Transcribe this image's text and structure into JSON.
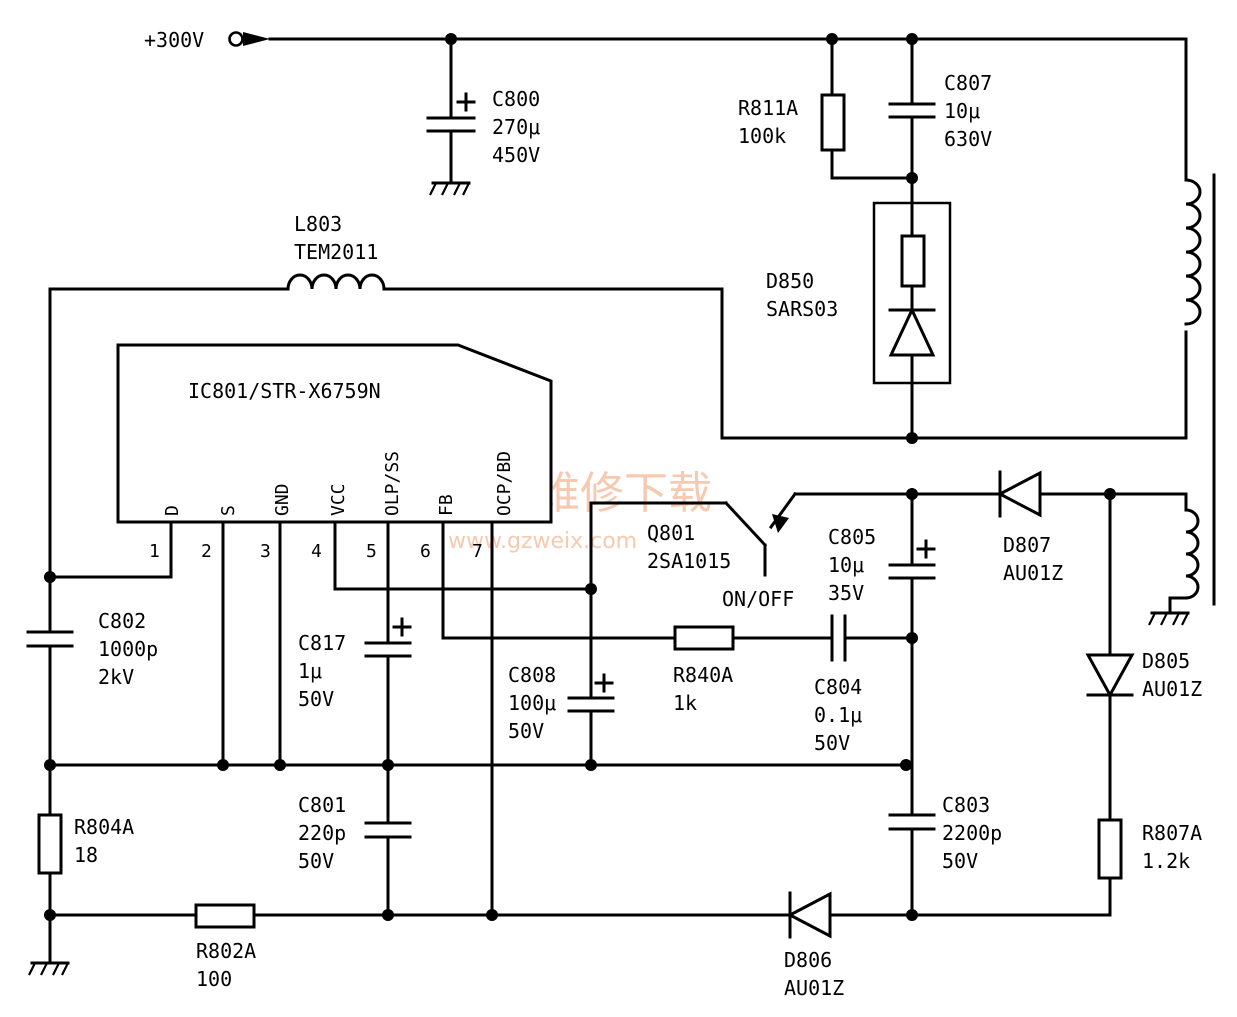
{
  "watermark": {
    "text_cn": "精通维修下载",
    "url": "www.gzweix.com"
  },
  "labels": {
    "rail": "+300V"
  },
  "components": {
    "ic801": {
      "label": "IC801/STR-X6759N",
      "pins": [
        {
          "number": "1",
          "name": "D"
        },
        {
          "number": "2",
          "name": "S"
        },
        {
          "number": "3",
          "name": "GND"
        },
        {
          "number": "4",
          "name": "VCC"
        },
        {
          "number": "5",
          "name": "OLP/SS"
        },
        {
          "number": "6",
          "name": "FB"
        },
        {
          "number": "7",
          "name": "OCP/BD"
        }
      ]
    },
    "c800": {
      "ref": "C800",
      "value": "270μ",
      "rating": "450V"
    },
    "r811a": {
      "ref": "R811A",
      "value": "100k"
    },
    "c807": {
      "ref": "C807",
      "value": "10μ",
      "rating": "630V"
    },
    "d850": {
      "ref": "D850",
      "value": "SARS03"
    },
    "l803": {
      "ref": "L803",
      "value": "TEM2011"
    },
    "c802": {
      "ref": "C802",
      "value": "1000p",
      "rating": "2kV"
    },
    "c817": {
      "ref": "C817",
      "value": "1μ",
      "rating": "50V"
    },
    "q801": {
      "ref": "Q801",
      "value": "2SA1015",
      "note": "ON/OFF"
    },
    "c808": {
      "ref": "C808",
      "value": "100μ",
      "rating": "50V"
    },
    "r840a": {
      "ref": "R840A",
      "value": "1k"
    },
    "c804": {
      "ref": "C804",
      "value": "0.1μ",
      "rating": "50V"
    },
    "c805": {
      "ref": "C805",
      "value": "10μ",
      "rating": "35V"
    },
    "d807": {
      "ref": "D807",
      "value": "AU01Z"
    },
    "d805": {
      "ref": "D805",
      "value": "AU01Z"
    },
    "r807a": {
      "ref": "R807A",
      "value": "1.2k"
    },
    "c801": {
      "ref": "C801",
      "value": "220p",
      "rating": "50V"
    },
    "c803": {
      "ref": "C803",
      "value": "2200p",
      "rating": "50V"
    },
    "r804a": {
      "ref": "R804A",
      "value": "18"
    },
    "r802a": {
      "ref": "R802A",
      "value": "100"
    },
    "d806": {
      "ref": "D806",
      "value": "AU01Z"
    }
  }
}
